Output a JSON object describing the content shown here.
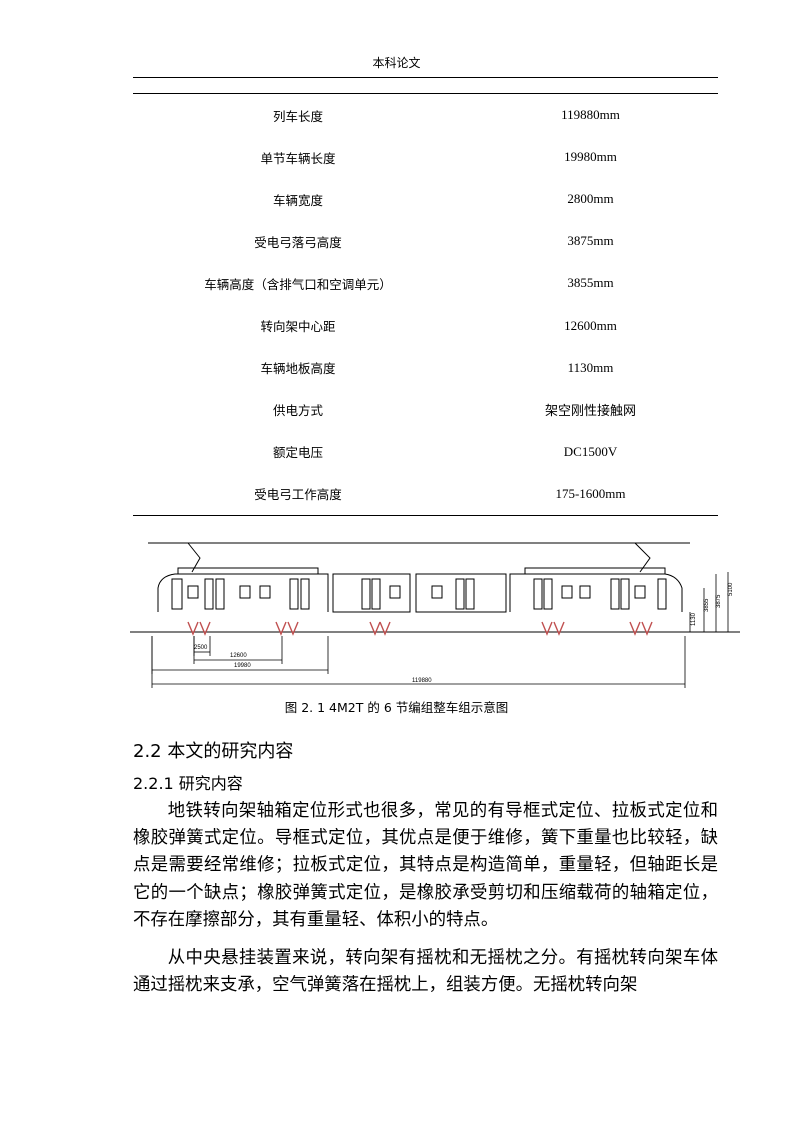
{
  "header": {
    "title": "本科论文"
  },
  "spec_table": [
    {
      "name": "列车长度",
      "value": "119880mm"
    },
    {
      "name": "单节车辆长度",
      "value": "19980mm"
    },
    {
      "name": "车辆宽度",
      "value": "2800mm"
    },
    {
      "name": "受电弓落弓高度",
      "value": "3875mm"
    },
    {
      "name": "车辆高度（含排气口和空调单元）",
      "value": "3855mm"
    },
    {
      "name": "转向架中心距",
      "value": "12600mm"
    },
    {
      "name": "车辆地板高度",
      "value": "1130mm"
    },
    {
      "name": "供电方式",
      "value": "架空刚性接触网"
    },
    {
      "name": "额定电压",
      "value": "DC1500V"
    },
    {
      "name": "受电弓工作高度",
      "value": "175-1600mm"
    }
  ],
  "figure": {
    "dimensions": {
      "d1": "2500",
      "d2": "12600",
      "d3": "19980",
      "d4": "119880",
      "h1": "1130",
      "h2": "3855",
      "h3": "3875",
      "h4": "5100"
    }
  },
  "caption": "图 2. 1 4M2T 的 6 节编组整车组示意图",
  "section": {
    "heading": "2.2  本文的研究内容",
    "subheading": "2.2.1  研究内容",
    "paragraphs": [
      "地铁转向架轴箱定位形式也很多，常见的有导框式定位、拉板式定位和橡胶弹簧式定位。导框式定位，其优点是便于维修，簧下重量也比较轻，缺点是需要经常维修；拉板式定位，其特点是构造简单，重量轻，但轴距长是它的一个缺点；橡胶弹簧式定位，是橡胶承受剪切和压缩载荷的轴箱定位，不存在摩擦部分，其有重量轻、体积小的特点。",
      "从中央悬挂装置来说，转向架有摇枕和无摇枕之分。有摇枕转向架车体通过摇枕来支承，空气弹簧落在摇枕上，组装方便。无摇枕转向架"
    ]
  }
}
